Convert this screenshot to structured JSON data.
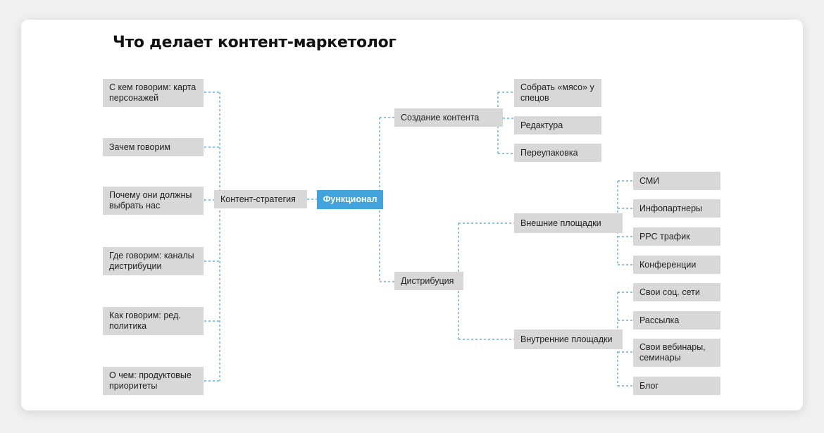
{
  "title": "Что делает контент-маркетолог",
  "accent_color": "#41a4dc",
  "connector_color": "#41a4dc",
  "box_color": "#d8d8d8",
  "center": "Функционал",
  "strategy": {
    "label": "Контент-стратегия",
    "items": [
      "С кем говорим: карта персонажей",
      "Зачем говорим",
      "Почему они должны выбрать нас",
      "Где говорим: каналы дистрибуции",
      "Как говорим: ред. политика",
      "О чем: продуктовые приоритеты"
    ]
  },
  "creation": {
    "label": "Создание контента",
    "items": [
      "Собрать «мясо» у спецов",
      "Редактура",
      "Переупаковка"
    ]
  },
  "distribution": {
    "label": "Дистрибуция",
    "external": {
      "label": "Внешние площадки",
      "items": [
        "СМИ",
        "Инфопартнеры",
        "PPC трафик",
        "Конференции"
      ]
    },
    "internal": {
      "label": "Внутренние площадки",
      "items": [
        "Свои соц. сети",
        "Рассылка",
        "Свои вебинары, семинары",
        "Блог"
      ]
    }
  }
}
